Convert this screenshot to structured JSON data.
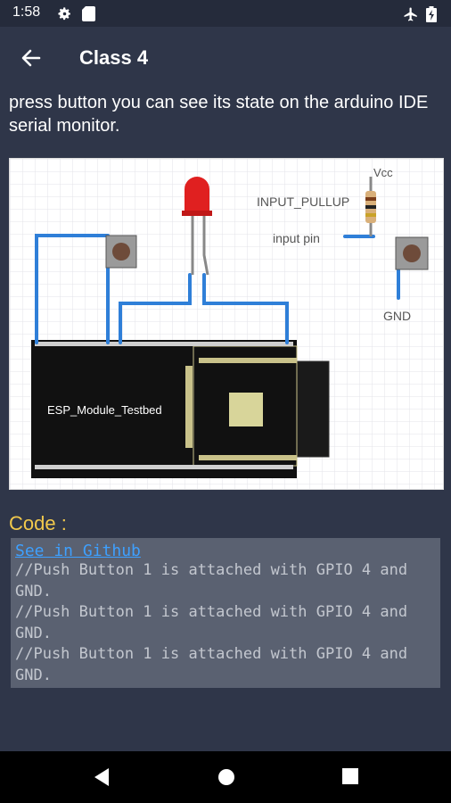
{
  "status": {
    "time": "1:58"
  },
  "header": {
    "title": "Class 4"
  },
  "description": "press button you can see its state on the arduino IDE serial monitor.",
  "diagram": {
    "board_label": "ESP_Module_Testbed",
    "vcc_label": "Vcc",
    "pullup_label": "INPUT_PULLUP",
    "input_pin_label": "input pin",
    "gnd_label": "GND"
  },
  "code": {
    "heading": "Code :",
    "github_link": "See in Github",
    "lines": [
      "//Push Button 1 is attached with GPIO 4 and GND.",
      "//Push Button 1 is attached with GPIO 4 and GND.",
      "//Push Button 1 is attached with GPIO 4 and GND."
    ]
  },
  "colors": {
    "accent_link": "#3ea0ff",
    "code_heading": "#f2c94c",
    "background": "#2f3649",
    "wire": "#2f7fd8"
  }
}
